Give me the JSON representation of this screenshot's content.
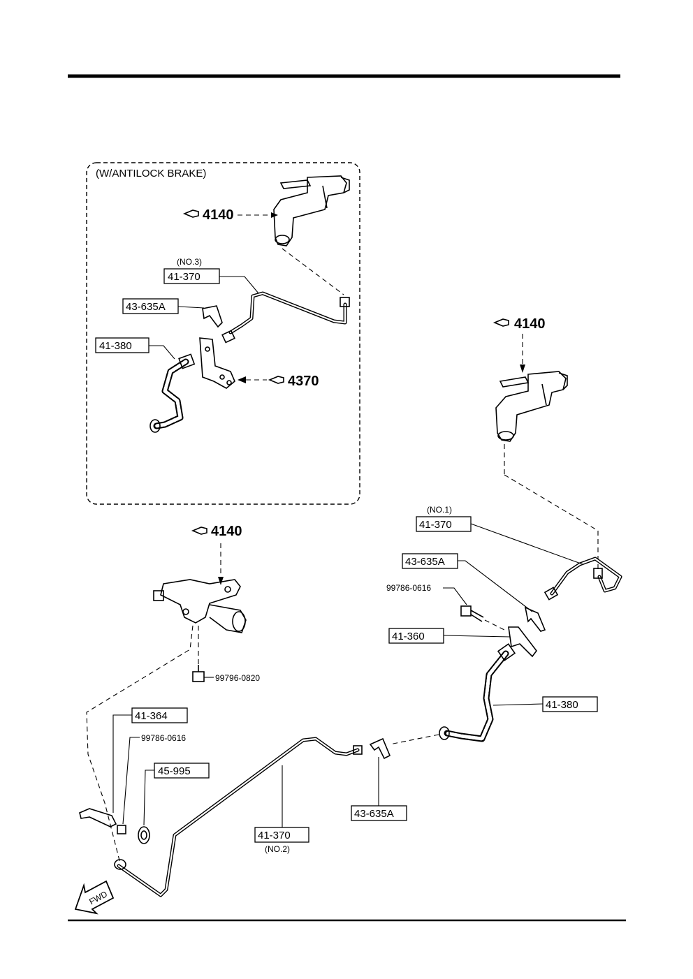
{
  "inset": {
    "title": "(W/ANTILOCK BRAKE)"
  },
  "callouts": {
    "c4140_inset": "4140",
    "c4370": "4370",
    "c4140_upper_right": "4140",
    "c4140_mid_left": "4140"
  },
  "boxed_labels": {
    "l41_370_no3": "41-370",
    "l43_635a_inset": "43-635A",
    "l41_380_inset": "41-380",
    "l41_370_no1": "41-370",
    "l43_635a_right": "43-635A",
    "l41_360": "41-360",
    "l41_380_right": "41-380",
    "l41_364": "41-364",
    "l45_995": "45-995",
    "l41_370_no2": "41-370",
    "l43_635a_bottom": "43-635A"
  },
  "notes": {
    "no3": "(NO.3)",
    "no1": "(NO.1)",
    "no2": "(NO.2)"
  },
  "bolt_labels": {
    "b99786_right": "99786-0616",
    "b99796": "99796-0820",
    "b99786_left": "99786-0616"
  },
  "fwd_label": "FWD"
}
